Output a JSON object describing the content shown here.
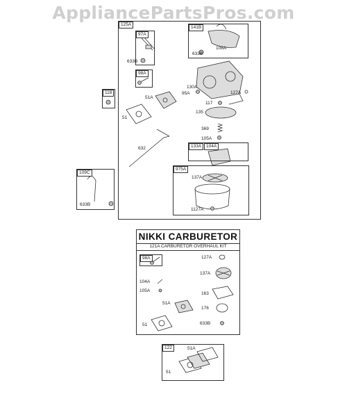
{
  "watermark": "AppliancePartsPros.com",
  "main_box": {
    "tag": "125A",
    "tags": {
      "t97A": "97A",
      "t141B": "141B",
      "t98A": "98A",
      "t118": "118",
      "t109C": "109C",
      "t133A": "133A",
      "t104A": "104A",
      "t975A": "975A"
    },
    "labels": {
      "l633B_a": "633B",
      "l108A": "108A",
      "l633B_b": "633B",
      "l130A": "130A",
      "l95A": "95A",
      "l127A": "127A",
      "l51A": "51A",
      "l117": "117",
      "l51": "51",
      "l135": "135",
      "l369": "369",
      "l105A": "105A",
      "l632": "632",
      "l137A": "137A",
      "l1127A": "1127A",
      "l633B_c": "633B"
    }
  },
  "kit": {
    "title": "NIKKI CARBURETOR",
    "subtitle": "121A CARBURETOR OVERHAUL KIT",
    "tags": {
      "t98A": "98A"
    },
    "labels": {
      "l127A": "127A",
      "l137A": "137A",
      "l104A": "104A",
      "l105A": "105A",
      "l163": "163",
      "l51A": "51A",
      "l176": "176",
      "l51": "51",
      "l633B": "633B"
    }
  },
  "kit122": {
    "tag": "122",
    "labels": {
      "l51A": "51A",
      "l51": "51"
    }
  }
}
